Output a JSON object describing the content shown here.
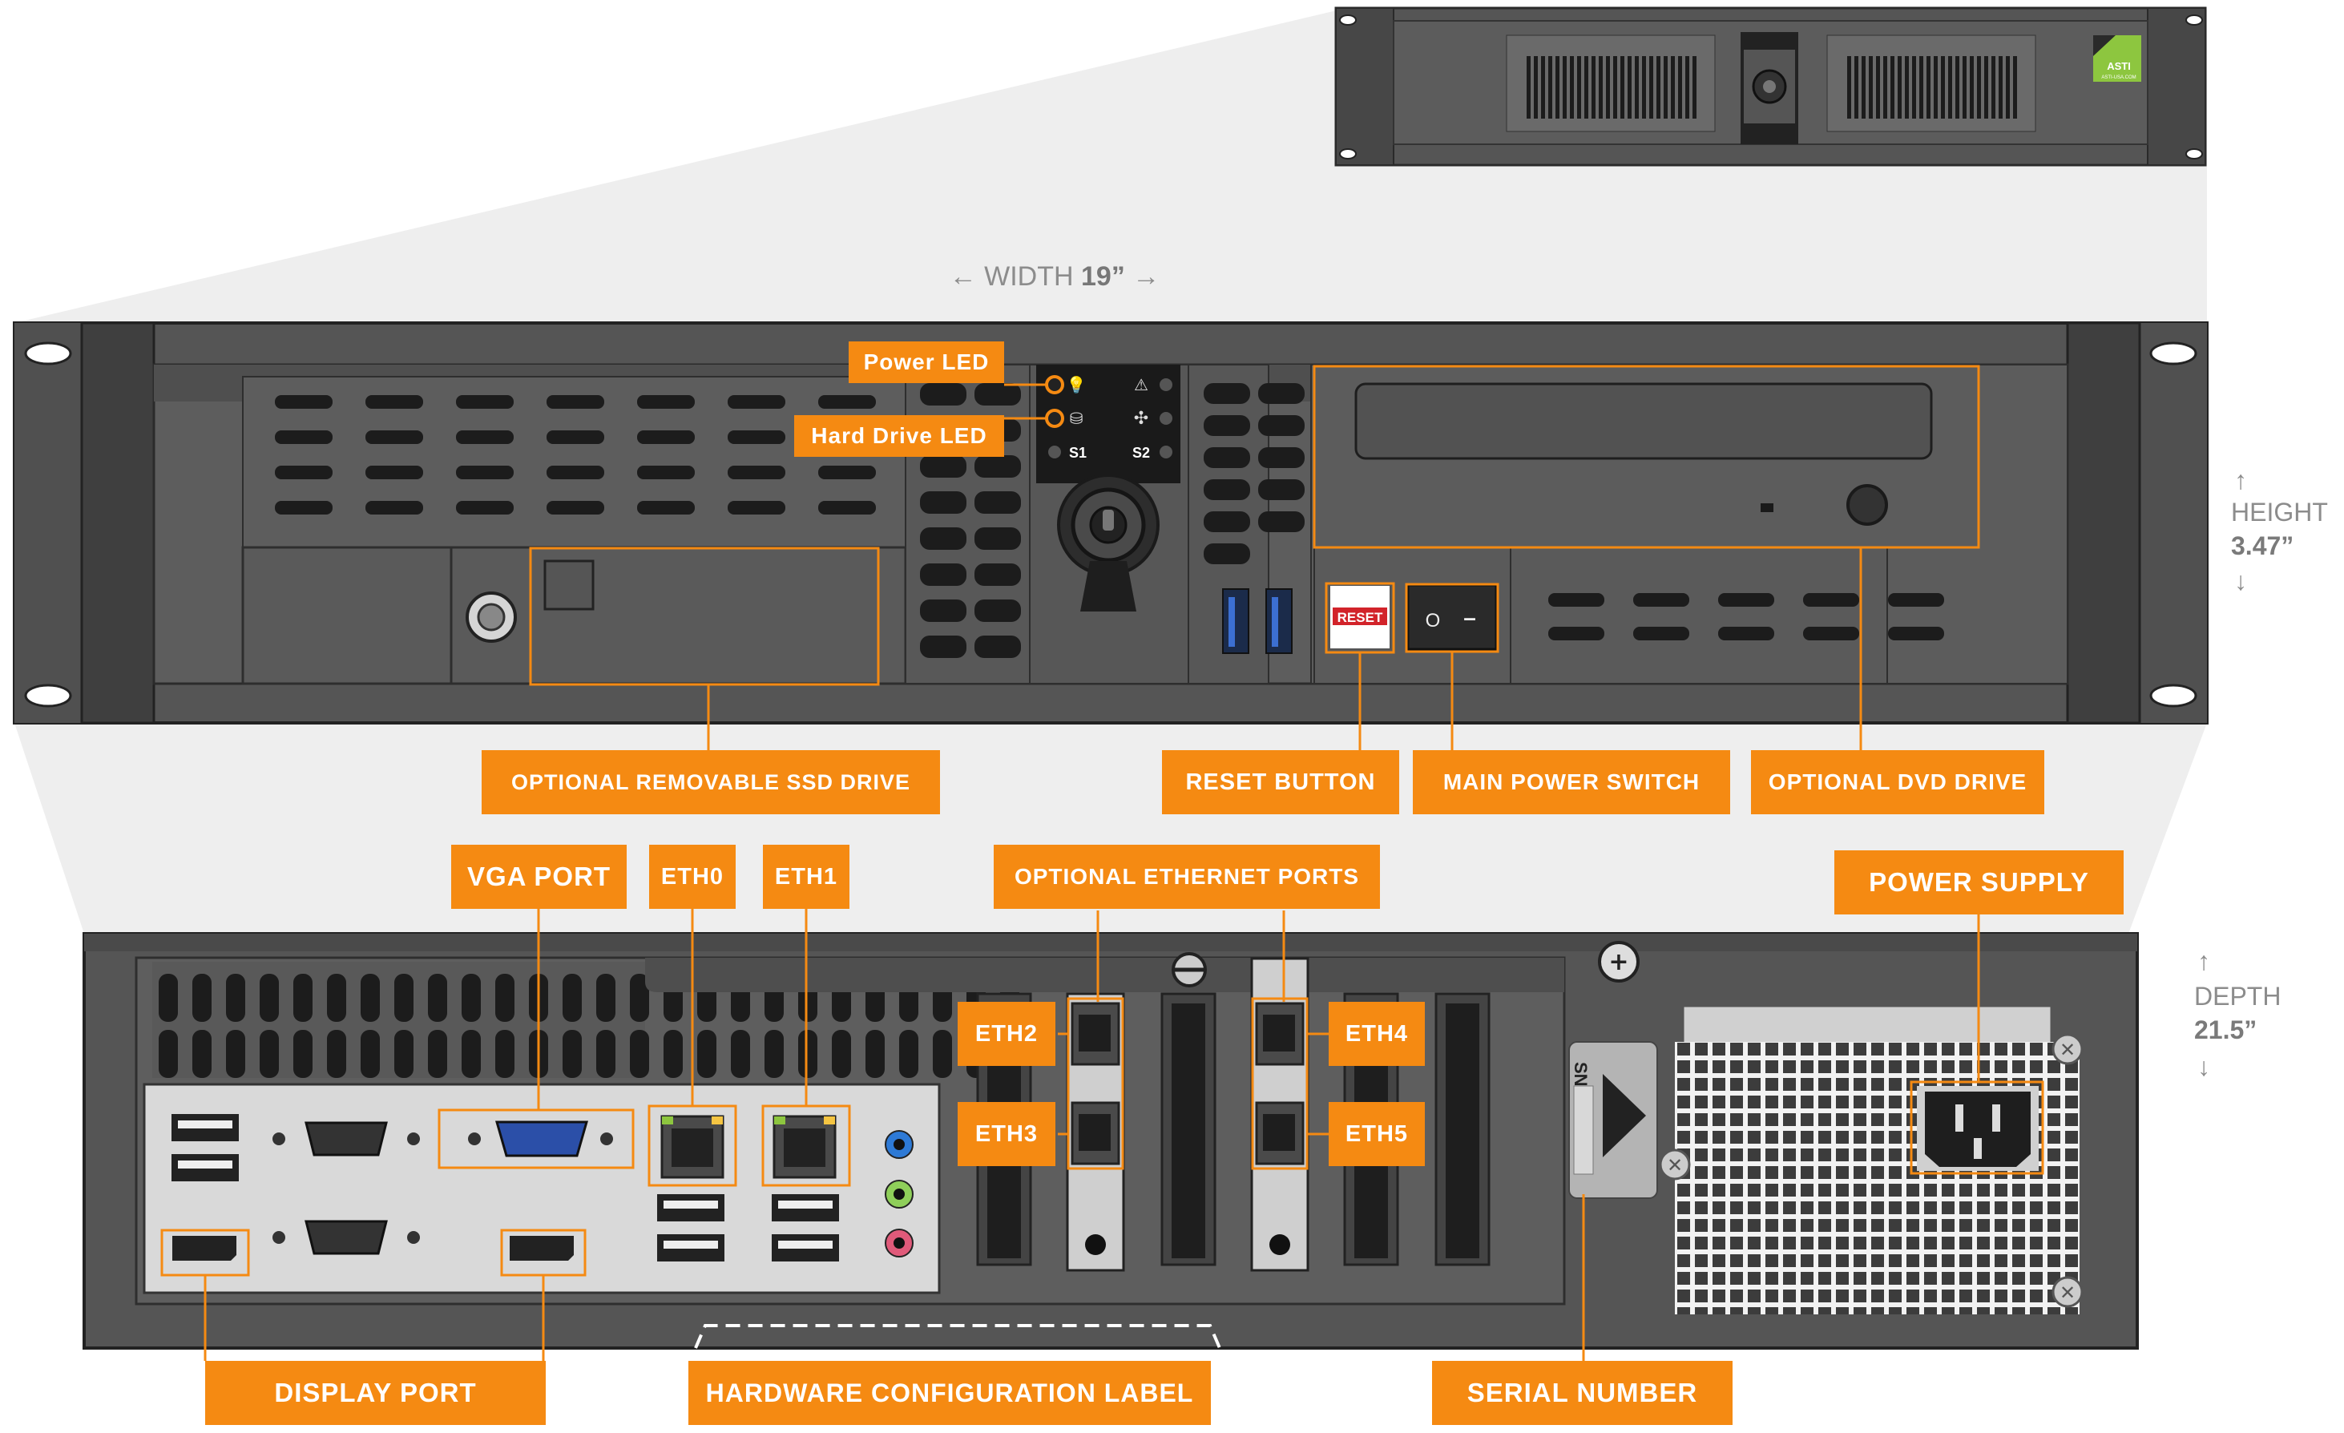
{
  "colors": {
    "accent": "#f58a12",
    "chassis": "#5a5a5a",
    "chassis_dark": "#3a3a3a",
    "ear": "#4a4a4a",
    "panel_light": "#d9d9d9",
    "vga_blue": "#2b4fa8",
    "usb_blue": "#3c6fd1",
    "audio_blue": "#2e7ad6",
    "audio_green": "#8fcf5a",
    "audio_pink": "#e05a7a",
    "reset_red": "#d2232a",
    "logo_green": "#8dc63f"
  },
  "dimensions": {
    "width_prefix": "← WIDTH ",
    "width_value": "19”",
    "width_suffix": " →",
    "height_arrow_up": "↑",
    "height_label": "HEIGHT",
    "height_value": "3.47”",
    "height_arrow_down": "↓",
    "depth_arrow_up": "↑",
    "depth_label": "DEPTH",
    "depth_value": "21.5”",
    "depth_arrow_down": "↓"
  },
  "front_panel": {
    "led_s1": "S1",
    "led_s2": "S2",
    "reset_text": "RESET",
    "switch_off": "O",
    "switch_on": "–",
    "logo_text": "ASTI",
    "logo_subtext": "ASTI-USA.COM"
  },
  "rear_panel": {
    "serial_tag": "SN"
  },
  "labels": {
    "power_led": "Power LED",
    "hard_drive_led": "Hard Drive LED",
    "optional_ssd": "OPTIONAL REMOVABLE SSD DRIVE",
    "reset_button": "RESET BUTTON",
    "main_power_switch": "MAIN POWER SWITCH",
    "optional_dvd": "OPTIONAL DVD DRIVE",
    "vga_port": "VGA PORT",
    "eth0": "ETH0",
    "eth1": "ETH1",
    "optional_ethernet": "OPTIONAL ETHERNET PORTS",
    "power_supply": "POWER SUPPLY",
    "eth2": "ETH2",
    "eth3": "ETH3",
    "eth4": "ETH4",
    "eth5": "ETH5",
    "display_port": "DISPLAY PORT",
    "hw_config_label": "HARDWARE CONFIGURATION LABEL",
    "serial_number": "SERIAL NUMBER"
  }
}
